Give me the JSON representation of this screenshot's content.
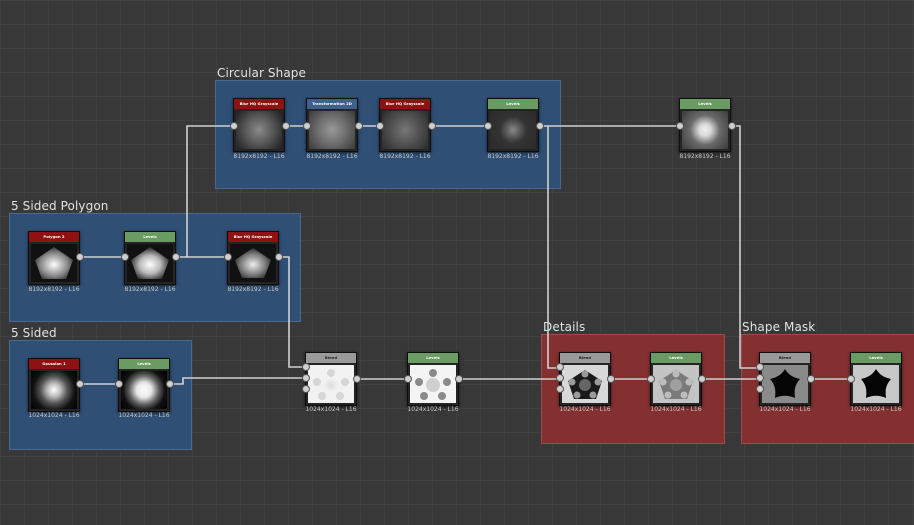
{
  "frames": {
    "circular_shape": "Circular Shape",
    "sided_polygon": "5 Sided Polygon",
    "sided": "5 Sided",
    "details": "Details",
    "shape_mask": "Shape Mask"
  },
  "nodes": {
    "n1": {
      "header": "Blur HQ Grayscale",
      "res": "8192x8192 - L16"
    },
    "n2": {
      "header": "Transformation 2D",
      "res": "8192x8192 - L16"
    },
    "n3": {
      "header": "Blur HQ Grayscale",
      "res": "8192x8192 - L16"
    },
    "n4": {
      "header": "Levels",
      "res": "8192x8192 - L16"
    },
    "n5": {
      "header": "Levels",
      "res": "8192x8192 - L16"
    },
    "n6": {
      "header": "Polygon 2",
      "res": "8192x8192 - L16"
    },
    "n7": {
      "header": "Levels",
      "res": "8192x8192 - L16"
    },
    "n8": {
      "header": "Blur HQ Grayscale",
      "res": "8192x8192 - L16"
    },
    "n9": {
      "header": "Gaussian 1",
      "res": "1024x1024 - L16"
    },
    "n10": {
      "header": "Levels",
      "res": "1024x1024 - L16"
    },
    "n11": {
      "header": "Blend",
      "res": "1024x1024 - L16"
    },
    "n12": {
      "header": "Levels",
      "res": "1024x1024 - L16"
    },
    "n13": {
      "header": "Blend",
      "res": "1024x1024 - L16"
    },
    "n14": {
      "header": "Levels",
      "res": "1024x1024 - L16"
    },
    "n15": {
      "header": "Blend",
      "res": "1024x1024 - L16"
    },
    "n16": {
      "header": "Levels",
      "res": "1024x1024 - L16"
    }
  },
  "colors": {
    "canvas": "#383838",
    "frame_blue": "#2f4f75",
    "frame_red": "#853030",
    "header_red": "#8e1212",
    "header_blue": "#3f5f8c",
    "header_green": "#6a9b62",
    "header_gray": "#9a9a9a",
    "wire": "#d0d0d0"
  }
}
